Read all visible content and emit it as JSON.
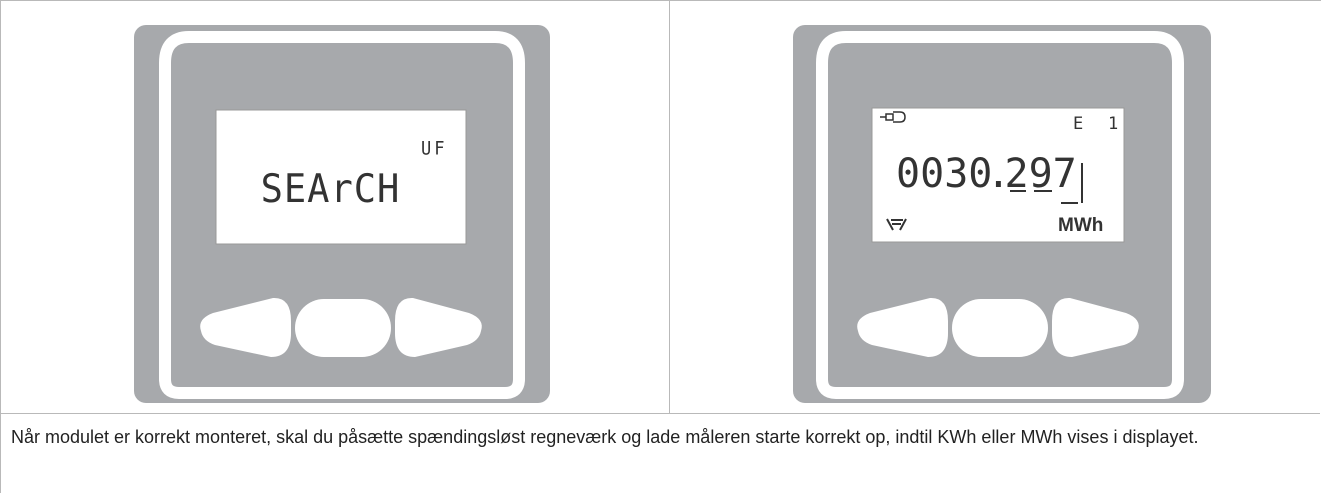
{
  "panels": [
    {
      "id": "search",
      "display": {
        "indicator": "UF",
        "main_text": "SEArCH"
      }
    },
    {
      "id": "reading",
      "display": {
        "tariff_symbol": "E",
        "register_number": "1",
        "digits": [
          "0",
          "0",
          "3",
          "0",
          "2",
          "9",
          "7"
        ],
        "unit": "MWh"
      }
    }
  ],
  "caption": "Når modulet er korrekt monteret, skal du påsætte spændingsløst regneværk og lade måleren starte korrekt op, indtil KWh eller MWh vises i displayet.",
  "colors": {
    "housing": "#a7a9ac",
    "bezel": "#ffffff",
    "lcd": "#ffffff",
    "segments": "#333333"
  }
}
